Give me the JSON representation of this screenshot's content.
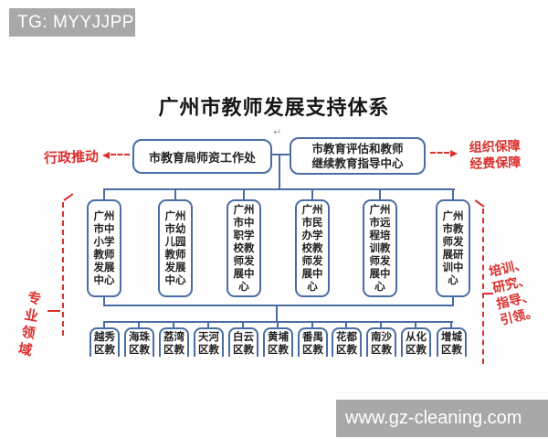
{
  "badge": {
    "text": "TG: MYYJJPP"
  },
  "watermark": {
    "text": "www.gz-cleaning.com"
  },
  "title": "广州市教师发展支持体系",
  "marks": {
    "return_glyph": "↵"
  },
  "colors": {
    "line_blue": "#4a6da4",
    "accent_red": "#d9312e",
    "gray_bar": "#a8a8a8"
  },
  "top_row": {
    "left_label": "行政推动",
    "right_label": "组织保障\n经费保障",
    "boxes": [
      {
        "label": "市教育局师资工作处"
      },
      {
        "label": "市教育评估和教师\n继续教育指导中心"
      }
    ]
  },
  "side_labels": {
    "left": "专业领域",
    "right": "培训、\n研究、\n指导、\n引领。"
  },
  "centers": [
    {
      "label": "广州\n市中\n小学\n教师\n发展\n中心"
    },
    {
      "label": "广州\n市幼\n儿园\n教师\n发展\n中心"
    },
    {
      "label": "广州\n市中\n职学\n校教\n师发\n展中\n心"
    },
    {
      "label": "广州\n市民\n办学\n校教\n师发\n展中\n心"
    },
    {
      "label": "广州\n市远\n程培\n训教\n师发\n展中\n心"
    },
    {
      "label": "广州\n市教\n师发\n展研\n训中\n心"
    }
  ],
  "districts": [
    {
      "label": "越秀\n区教"
    },
    {
      "label": "海珠\n区教"
    },
    {
      "label": "荔湾\n区教"
    },
    {
      "label": "天河\n区教"
    },
    {
      "label": "白云\n区教"
    },
    {
      "label": "黄埔\n区教"
    },
    {
      "label": "番禺\n区教"
    },
    {
      "label": "花都\n区教"
    },
    {
      "label": "南沙\n区教"
    },
    {
      "label": "从化\n区教"
    },
    {
      "label": "增城\n区教"
    }
  ]
}
